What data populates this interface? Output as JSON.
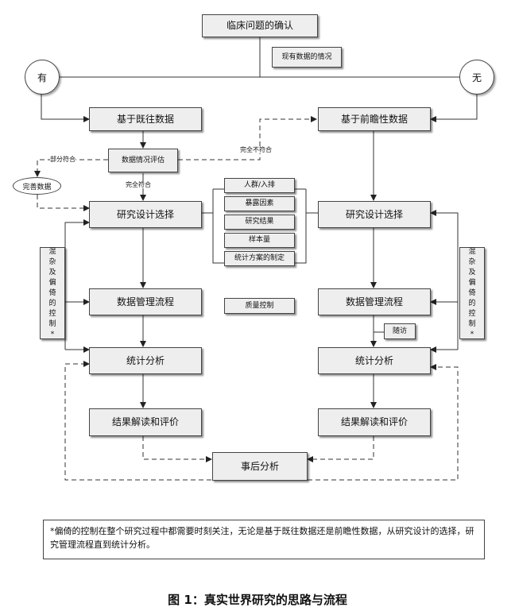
{
  "nodes": {
    "top": "临床问题的确认",
    "existing_data": "现有数据的情况",
    "yes": "有",
    "no": "无",
    "historical": "基于既往数据",
    "prospective": "基于前瞻性数据",
    "data_eval": "数据情况评估",
    "complete_data": "完善数据",
    "design_left": "研究设计选择",
    "design_right": "研究设计选择",
    "mgmt_left": "数据管理流程",
    "mgmt_right": "数据管理流程",
    "stats_left": "统计分析",
    "stats_right": "统计分析",
    "interp_left": "结果解读和评价",
    "interp_right": "结果解读和评价",
    "posthoc": "事后分析",
    "qc": "质量控制",
    "followup": "随访",
    "design_items": [
      "人群/入排",
      "暴露因素",
      "研究结果",
      "样本量",
      "统计方案的制定"
    ],
    "side_left": "混杂及偏倚的控制*",
    "side_right": "混杂及偏倚的控制*"
  },
  "edge_labels": {
    "partial": "部分符合",
    "full_no": "完全不符合",
    "full_yes": "完全符合"
  },
  "note": "*偏倚的控制在整个研究过程中都需要时刻关注，无论是基于既往数据还是前瞻性数据，从研究设计的选择，研究管理流程直到统计分析。",
  "caption": "图 1：真实世界研究的思路与流程"
}
